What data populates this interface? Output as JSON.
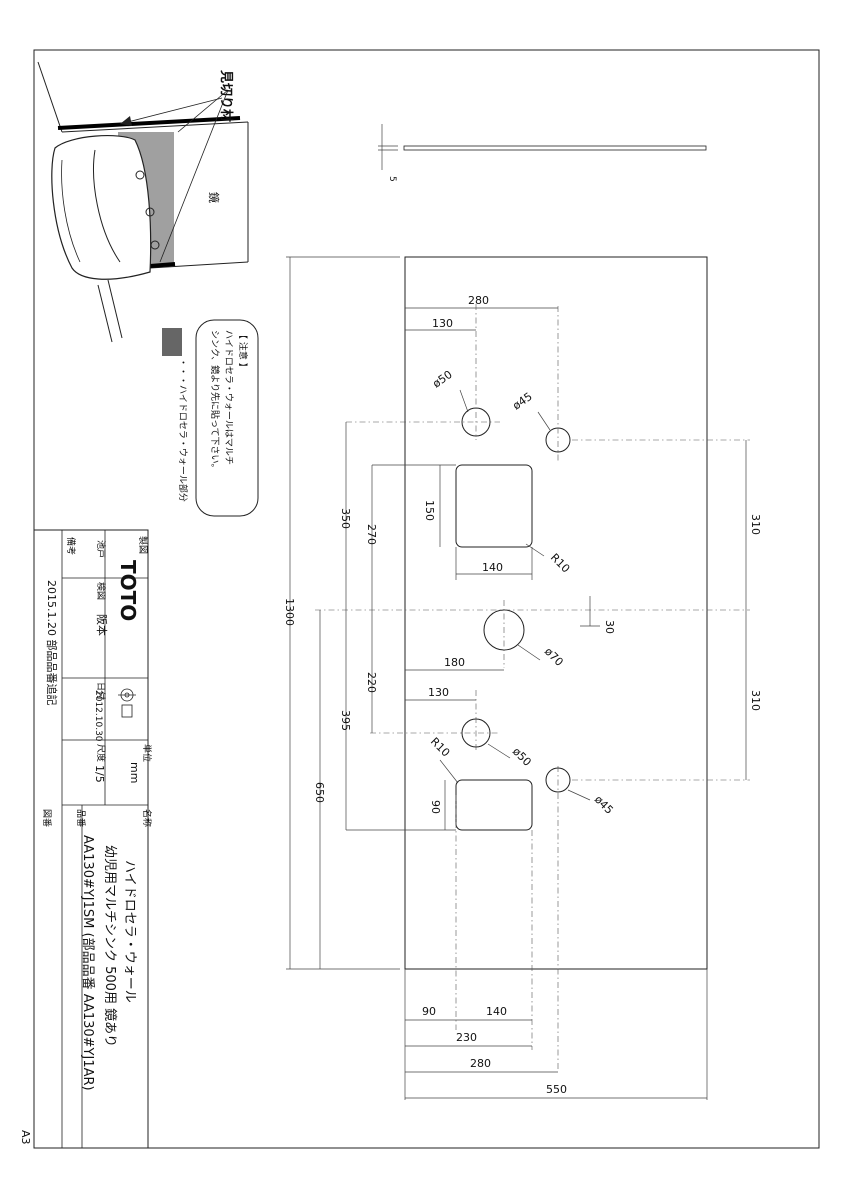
{
  "sheet": {
    "size": "A3"
  },
  "title_block": {
    "brand": "TOTO",
    "labels": {
      "drawn": "製図",
      "checked": "検図",
      "date": "日付",
      "unit": "単位",
      "scale": "尺度",
      "name": "名称",
      "product_no": "品番",
      "drawing_no": "図番",
      "remarks": "備考"
    },
    "drawn_by": "池戸",
    "checked_by": "阪本",
    "date": "2012.10.30",
    "unit": "mm",
    "scale": "1/5",
    "name_line1": "ハイドロセラ・ウォール",
    "name_line2": "幼児用マルチシンク 500用 鏡あり",
    "product_no": "AA130#YJ1SM (部品品番 AA130#YJ1AR)",
    "remark": "2015.1.20 部品品番追記"
  },
  "notes": {
    "trim_label": "見切り材",
    "mirror_label": "鏡",
    "caution_title": "【 注意 】",
    "caution_line1": "ハイドロセラ・ウォールはマルチ",
    "caution_line2": "シンク、鏡より先に貼って下さい。",
    "legend": "・・・ハイドロセラ・ウォール部分"
  },
  "dimensions": {
    "thickness": "5",
    "overall_height": "1300",
    "overall_width": "550",
    "top_hole_x1": "130",
    "top_hole_x2": "280",
    "d_top_hole1": "ø50",
    "d_top_hole2": "ø45",
    "top_rect_w": "140",
    "top_rect_h": "150",
    "top_rect_r": "R10",
    "d_center_hole": "ø70",
    "center_hole_x": "180",
    "center_offset": "30",
    "bottom_hole_x": "130",
    "d_bottom_hole1": "ø50",
    "d_bottom_hole2": "ø45",
    "bottom_rect_r": "R10",
    "bottom_rect_h": "90",
    "y_350": "350",
    "y_270": "270",
    "y_220": "220",
    "y_395": "395",
    "y_650": "650",
    "right_310_top": "310",
    "right_310_bottom": "310",
    "bottom_90": "90",
    "bottom_140": "140",
    "bottom_230": "230",
    "bottom_280": "280"
  }
}
